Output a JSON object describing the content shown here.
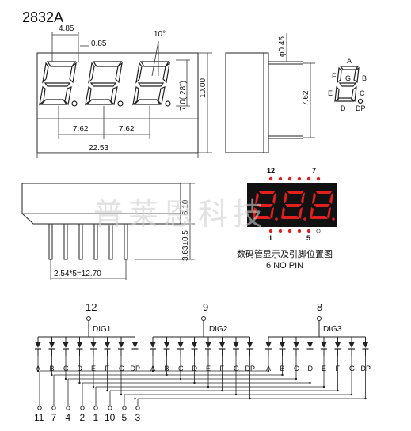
{
  "title": "2832A",
  "front_view": {
    "dim_digit_width": "4.85",
    "dim_gap": "0.85",
    "dim_angle": "10°",
    "dim_char_height": "7.0(.28\")",
    "dim_body_height": "10.00",
    "dim_pitch_1": "7.62",
    "dim_pitch_2": "7.62",
    "dim_total_width": "22.53"
  },
  "side_view": {
    "dim_pin_dia": "φ0.45",
    "dim_pin_spacing": "7.62"
  },
  "segment_legend": {
    "labels": [
      "A",
      "B",
      "C",
      "D",
      "E",
      "F",
      "G",
      "DP"
    ]
  },
  "bottom_view": {
    "dim_body": "6.10",
    "dim_pin": "3.63±0.5",
    "dim_pin_span": "2.54*5=12.70"
  },
  "pin_diagram": {
    "pin_top_left": "12",
    "pin_top_right": "7",
    "pin_bottom_left": "1",
    "pin_bottom_right": "5",
    "caption": "数码管显示及引脚位置图",
    "note": "6  NO PIN"
  },
  "watermark": "普莱恩科技",
  "schematic": {
    "digits": [
      {
        "pin": "12",
        "label": "DIG1"
      },
      {
        "pin": "9",
        "label": "DIG2"
      },
      {
        "pin": "8",
        "label": "DIG3"
      }
    ],
    "segments": [
      "A",
      "B",
      "C",
      "D",
      "E",
      "F",
      "G",
      "DP"
    ],
    "bottom_pins": [
      "11",
      "7",
      "4",
      "2",
      "1",
      "10",
      "5",
      "3"
    ]
  },
  "colors": {
    "segment_red": "#e01f1f",
    "display_body": "#111111",
    "line": "#222222"
  }
}
